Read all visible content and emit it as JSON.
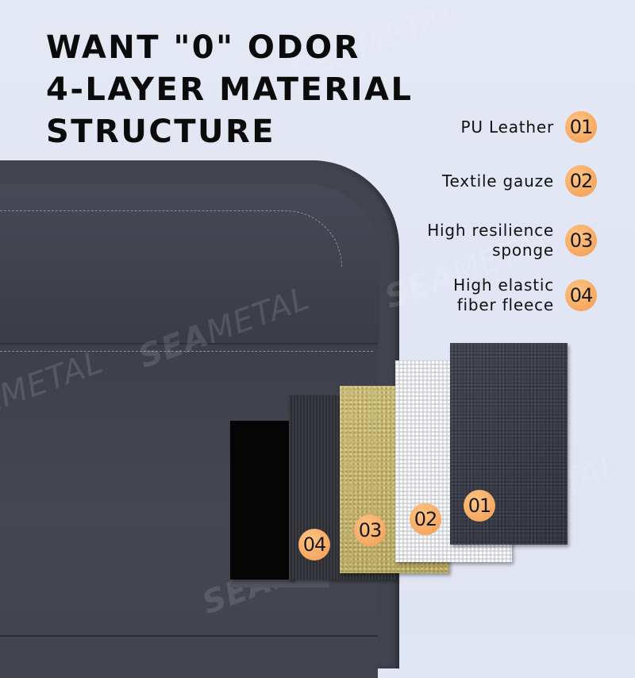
{
  "headline": {
    "lines": [
      "WANT \"0\" ODOR",
      "4-LAYER MATERIAL",
      "STRUCTURE"
    ]
  },
  "watermark": {
    "brand_bold": "SEA",
    "brand_light": "METAL",
    "mark": "®"
  },
  "layers": [
    {
      "number": "01",
      "label_lines": [
        "PU Leather"
      ],
      "color": "#353844"
    },
    {
      "number": "02",
      "label_lines": [
        "Textile gauze"
      ],
      "color": "#e8e9ec"
    },
    {
      "number": "03",
      "label_lines": [
        "High resilience",
        "sponge"
      ],
      "color": "#c2b36d"
    },
    {
      "number": "04",
      "label_lines": [
        "High elastic",
        "fiber fleece"
      ],
      "color": "#303136"
    }
  ],
  "colors": {
    "background": "#e1e6f4",
    "badge": "#f6a760",
    "seat": "#41434f",
    "headline": "#0b0b0b"
  }
}
